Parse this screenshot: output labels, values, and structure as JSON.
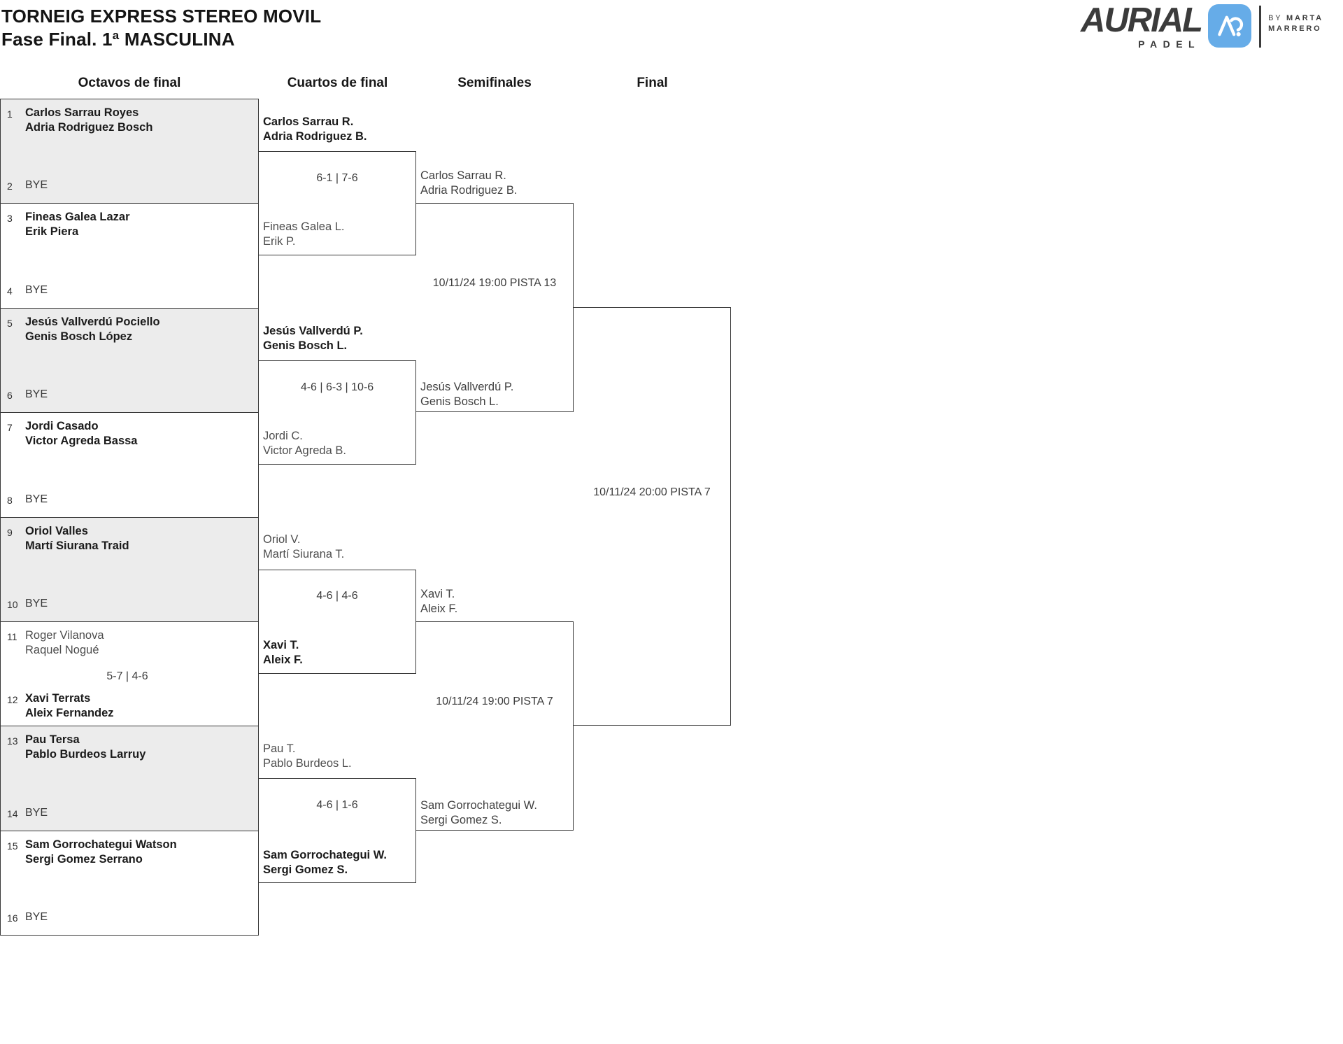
{
  "header": {
    "title": "TORNEIG EXPRESS STEREO MOVIL",
    "subtitle": "Fase Final. 1ª MASCULINA"
  },
  "logo": {
    "brand": "AURIAL",
    "product": "PADEL",
    "by": "BY",
    "name_line1": "MARTA",
    "name_line2": "MARRERO",
    "icon": "aurial-monogram-icon",
    "accent_color": "#66ace8",
    "ink_color": "#3b3b3b"
  },
  "colors": {
    "bracket_line": "#383838",
    "row_alt_fill": "#ececec",
    "winner_text": "#1b1b1b",
    "secondary_text": "#4d4d4d"
  },
  "rounds": [
    {
      "label": "Octavos de final"
    },
    {
      "label": "Cuartos de final"
    },
    {
      "label": "Semifinales"
    },
    {
      "label": "Final"
    }
  ],
  "r16": [
    {
      "top": {
        "seed": "1",
        "lines": [
          "Carlos Sarrau Royes",
          "Adria Rodriguez Bosch"
        ],
        "winner": true
      },
      "bottom": {
        "seed": "2",
        "lines": [
          "BYE"
        ],
        "bye": true
      },
      "score": ""
    },
    {
      "top": {
        "seed": "3",
        "lines": [
          "Fineas Galea Lazar",
          "Erik Piera"
        ],
        "winner": true
      },
      "bottom": {
        "seed": "4",
        "lines": [
          "BYE"
        ],
        "bye": true
      },
      "score": ""
    },
    {
      "top": {
        "seed": "5",
        "lines": [
          "Jesús Vallverdú Pociello",
          "Genis Bosch López"
        ],
        "winner": true
      },
      "bottom": {
        "seed": "6",
        "lines": [
          "BYE"
        ],
        "bye": true
      },
      "score": ""
    },
    {
      "top": {
        "seed": "7",
        "lines": [
          "Jordi Casado",
          "Victor Agreda Bassa"
        ],
        "winner": true
      },
      "bottom": {
        "seed": "8",
        "lines": [
          "BYE"
        ],
        "bye": true
      },
      "score": ""
    },
    {
      "top": {
        "seed": "9",
        "lines": [
          "Oriol Valles",
          "Martí Siurana Traid"
        ],
        "winner": true
      },
      "bottom": {
        "seed": "10",
        "lines": [
          "BYE"
        ],
        "bye": true
      },
      "score": ""
    },
    {
      "top": {
        "seed": "11",
        "lines": [
          "Roger Vilanova",
          "Raquel Nogué"
        ],
        "winner": false
      },
      "bottom": {
        "seed": "12",
        "lines": [
          "Xavi Terrats",
          "Aleix Fernandez"
        ],
        "winner": true
      },
      "score": "5-7 | 4-6"
    },
    {
      "top": {
        "seed": "13",
        "lines": [
          "Pau Tersa",
          "Pablo Burdeos Larruy"
        ],
        "winner": true
      },
      "bottom": {
        "seed": "14",
        "lines": [
          "BYE"
        ],
        "bye": true
      },
      "score": ""
    },
    {
      "top": {
        "seed": "15",
        "lines": [
          "Sam Gorrochategui Watson",
          "Sergi Gomez Serrano"
        ],
        "winner": true
      },
      "bottom": {
        "seed": "16",
        "lines": [
          "BYE"
        ],
        "bye": true
      },
      "score": ""
    }
  ],
  "qf": [
    {
      "top": {
        "lines": [
          "Carlos Sarrau R.",
          "Adria Rodriguez B."
        ],
        "winner": true
      },
      "bottom": {
        "lines": [
          "Fineas Galea L.",
          "Erik P."
        ],
        "winner": false
      },
      "score": "6-1 | 7-6"
    },
    {
      "top": {
        "lines": [
          "Jesús Vallverdú P.",
          "Genis Bosch L."
        ],
        "winner": true
      },
      "bottom": {
        "lines": [
          "Jordi C.",
          "Victor Agreda B."
        ],
        "winner": false
      },
      "score": "4-6 | 6-3 | 10-6"
    },
    {
      "top": {
        "lines": [
          "Oriol V.",
          "Martí Siurana T."
        ],
        "winner": false
      },
      "bottom": {
        "lines": [
          "Xavi T.",
          "Aleix F."
        ],
        "winner": true
      },
      "score": "4-6 | 4-6"
    },
    {
      "top": {
        "lines": [
          "Pau T.",
          "Pablo Burdeos L."
        ],
        "winner": false
      },
      "bottom": {
        "lines": [
          "Sam Gorrochategui W.",
          "Sergi Gomez S."
        ],
        "winner": true
      },
      "score": "4-6 | 1-6"
    }
  ],
  "sf": [
    {
      "top": {
        "lines": [
          "Carlos Sarrau R.",
          "Adria Rodriguez B."
        ]
      },
      "bottom": {
        "lines": [
          "Jesús Vallverdú P.",
          "Genis Bosch L."
        ]
      },
      "schedule": "10/11/24 19:00 PISTA 13"
    },
    {
      "top": {
        "lines": [
          "Xavi T.",
          "Aleix F."
        ]
      },
      "bottom": {
        "lines": [
          "Sam Gorrochategui W.",
          "Sergi Gomez S."
        ]
      },
      "schedule": "10/11/24 19:00 PISTA 7"
    }
  ],
  "final": {
    "schedule": "10/11/24 20:00 PISTA 7"
  }
}
